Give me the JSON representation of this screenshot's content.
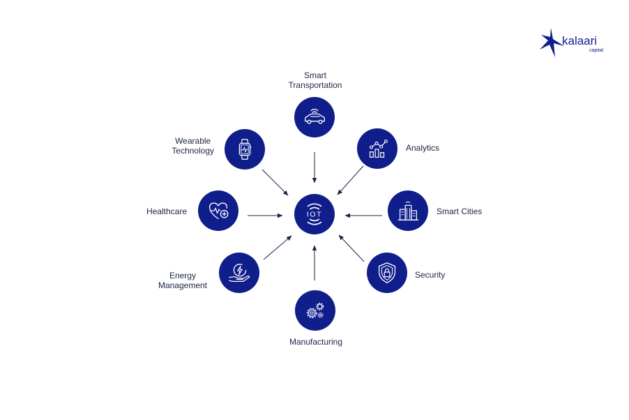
{
  "logo": {
    "word": "kalaari",
    "sub": "capital"
  },
  "center": {
    "text": "IOT"
  },
  "nodes": {
    "smart_transportation": {
      "line1": "Smart",
      "line2": "Transportation",
      "icon": "car-wifi-icon"
    },
    "analytics": {
      "line1": "Analytics",
      "icon": "bar-chart-icon"
    },
    "smart_cities": {
      "line1": "Smart Cities",
      "icon": "city-buildings-icon"
    },
    "security": {
      "line1": "Security",
      "icon": "shield-lock-icon"
    },
    "manufacturing": {
      "line1": "Manufacturing",
      "icon": "gears-icon"
    },
    "energy_management": {
      "line1": "Energy",
      "line2": "Management",
      "icon": "energy-hand-icon"
    },
    "healthcare": {
      "line1": "Healthcare",
      "icon": "heart-plus-icon"
    },
    "wearable_technology": {
      "line1": "Wearable",
      "line2": "Technology",
      "icon": "smartwatch-icon"
    }
  },
  "colors": {
    "node": "#0f1e8a",
    "arrow": "#1b2347",
    "text": "#1b2347"
  }
}
